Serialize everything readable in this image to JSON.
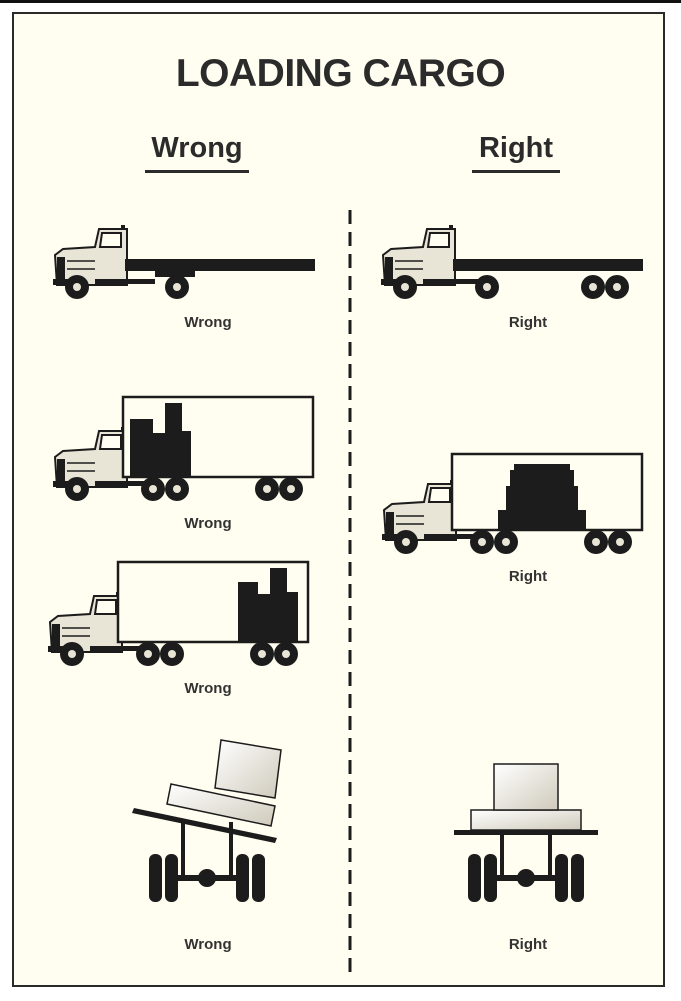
{
  "title": "LOADING CARGO",
  "columns": {
    "left": "Wrong",
    "right": "Right"
  },
  "captions": {
    "flatbed_left": "Wrong",
    "flatbed_right": "Right",
    "van_left_1": "Wrong",
    "van_left_2": "Wrong",
    "van_right": "Right",
    "axle_left": "Wrong",
    "axle_right": "Right"
  },
  "colors": {
    "background": "#fffef0",
    "ink": "#1c1c1c",
    "border": "#2a2a2a"
  }
}
